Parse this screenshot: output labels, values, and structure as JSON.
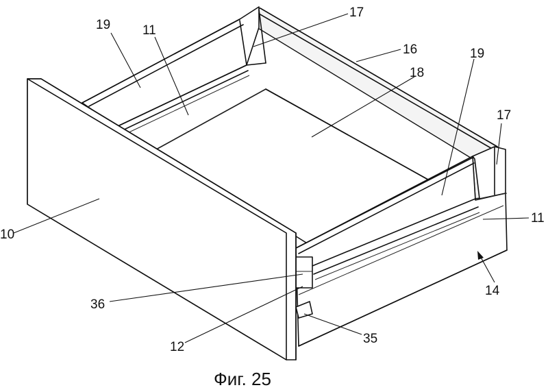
{
  "figure": {
    "caption": "Фиг. 25",
    "labels": {
      "l10": "10",
      "l11a": "11",
      "l11b": "11",
      "l12": "12",
      "l14": "14",
      "l16": "16",
      "l17a": "17",
      "l17b": "17",
      "l18": "18",
      "l19a": "19",
      "l19b": "19",
      "l35": "35",
      "l36": "36"
    }
  }
}
